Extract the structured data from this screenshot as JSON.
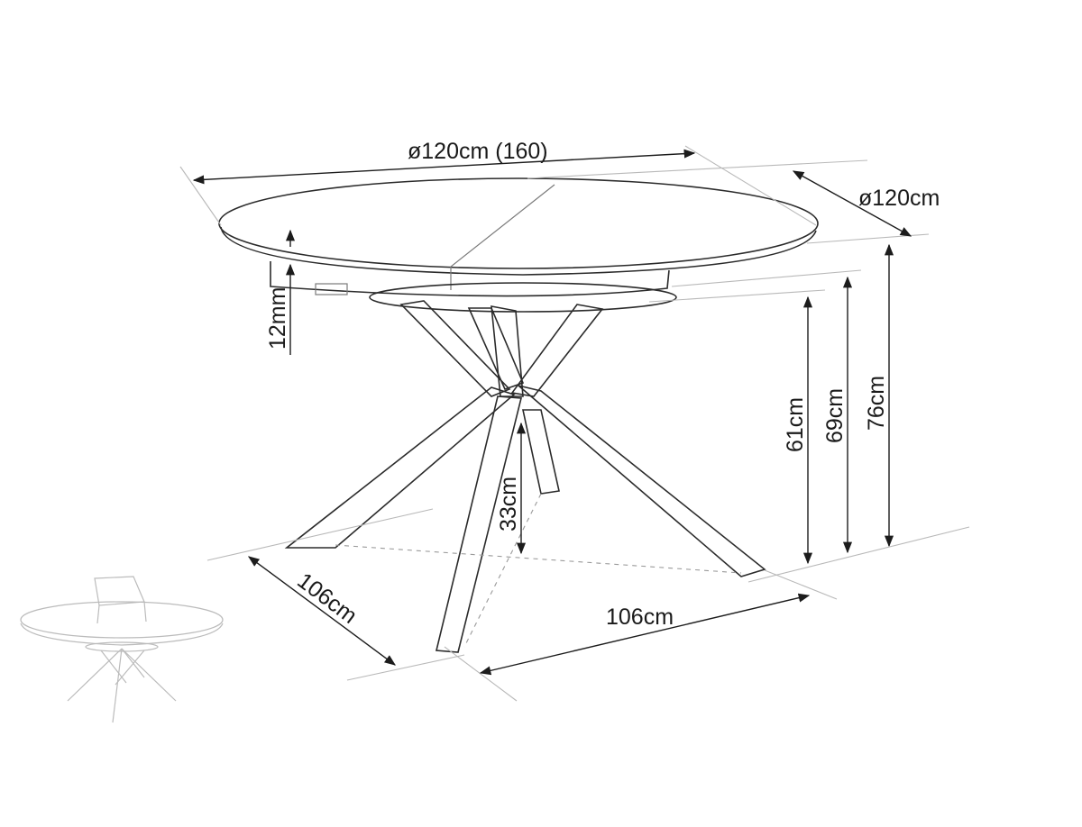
{
  "labels": {
    "top_diameter": "ø120cm (160)",
    "side_diameter": "ø120cm",
    "top_thickness": "12mm",
    "height_61": "61cm",
    "height_69": "69cm",
    "height_76": "76cm",
    "leg_height": "33cm",
    "base_depth": "106cm",
    "base_width": "106cm"
  }
}
